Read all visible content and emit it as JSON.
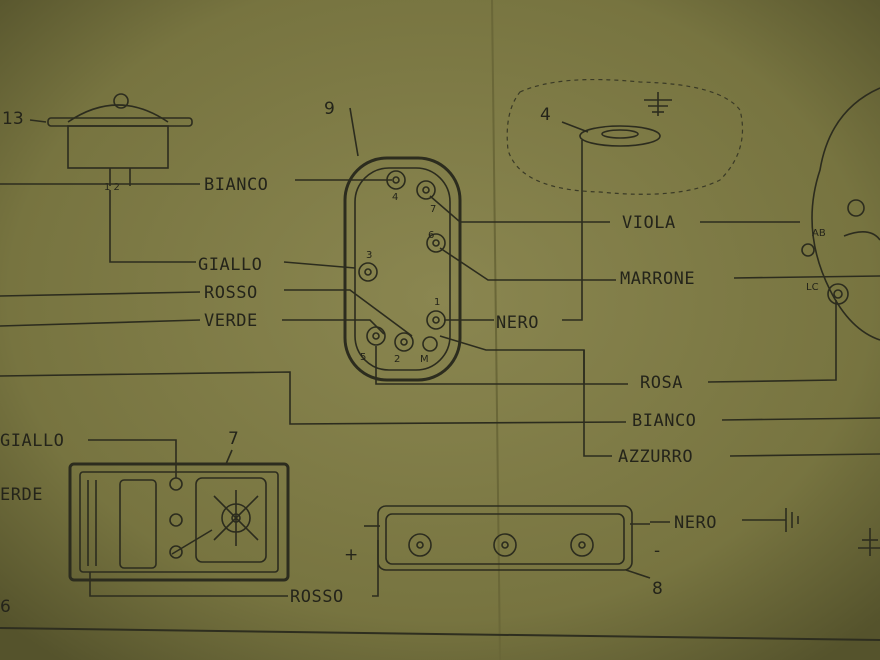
{
  "components": {
    "c13": "13",
    "c9": "9",
    "c4": "4",
    "c7": "7",
    "c8": "8",
    "c6": "6"
  },
  "wires": {
    "bianco_top": "BIANCO",
    "giallo_mid": "GIALLO",
    "rosso_mid": "ROSSO",
    "verde_mid": "VERDE",
    "viola": "VIOLA",
    "marrone": "MARRONE",
    "nero_mid": "NERO",
    "rosa": "ROSA",
    "bianco_low": "BIANCO",
    "azzurro": "AZZURRO",
    "giallo_low": "GIALLO",
    "verde_low": "ERDE",
    "nero_low": "NERO",
    "rosso_low": "ROSSO"
  },
  "pins": {
    "p4": "4",
    "p7": "7",
    "p3": "3",
    "p6": "6",
    "p1": "1",
    "p5": "5",
    "p2": "2",
    "pM": "M",
    "p12": "1 2",
    "pAB": "AB",
    "pLC": "LC"
  },
  "symbols": {
    "plus": "+",
    "minus": "-"
  }
}
